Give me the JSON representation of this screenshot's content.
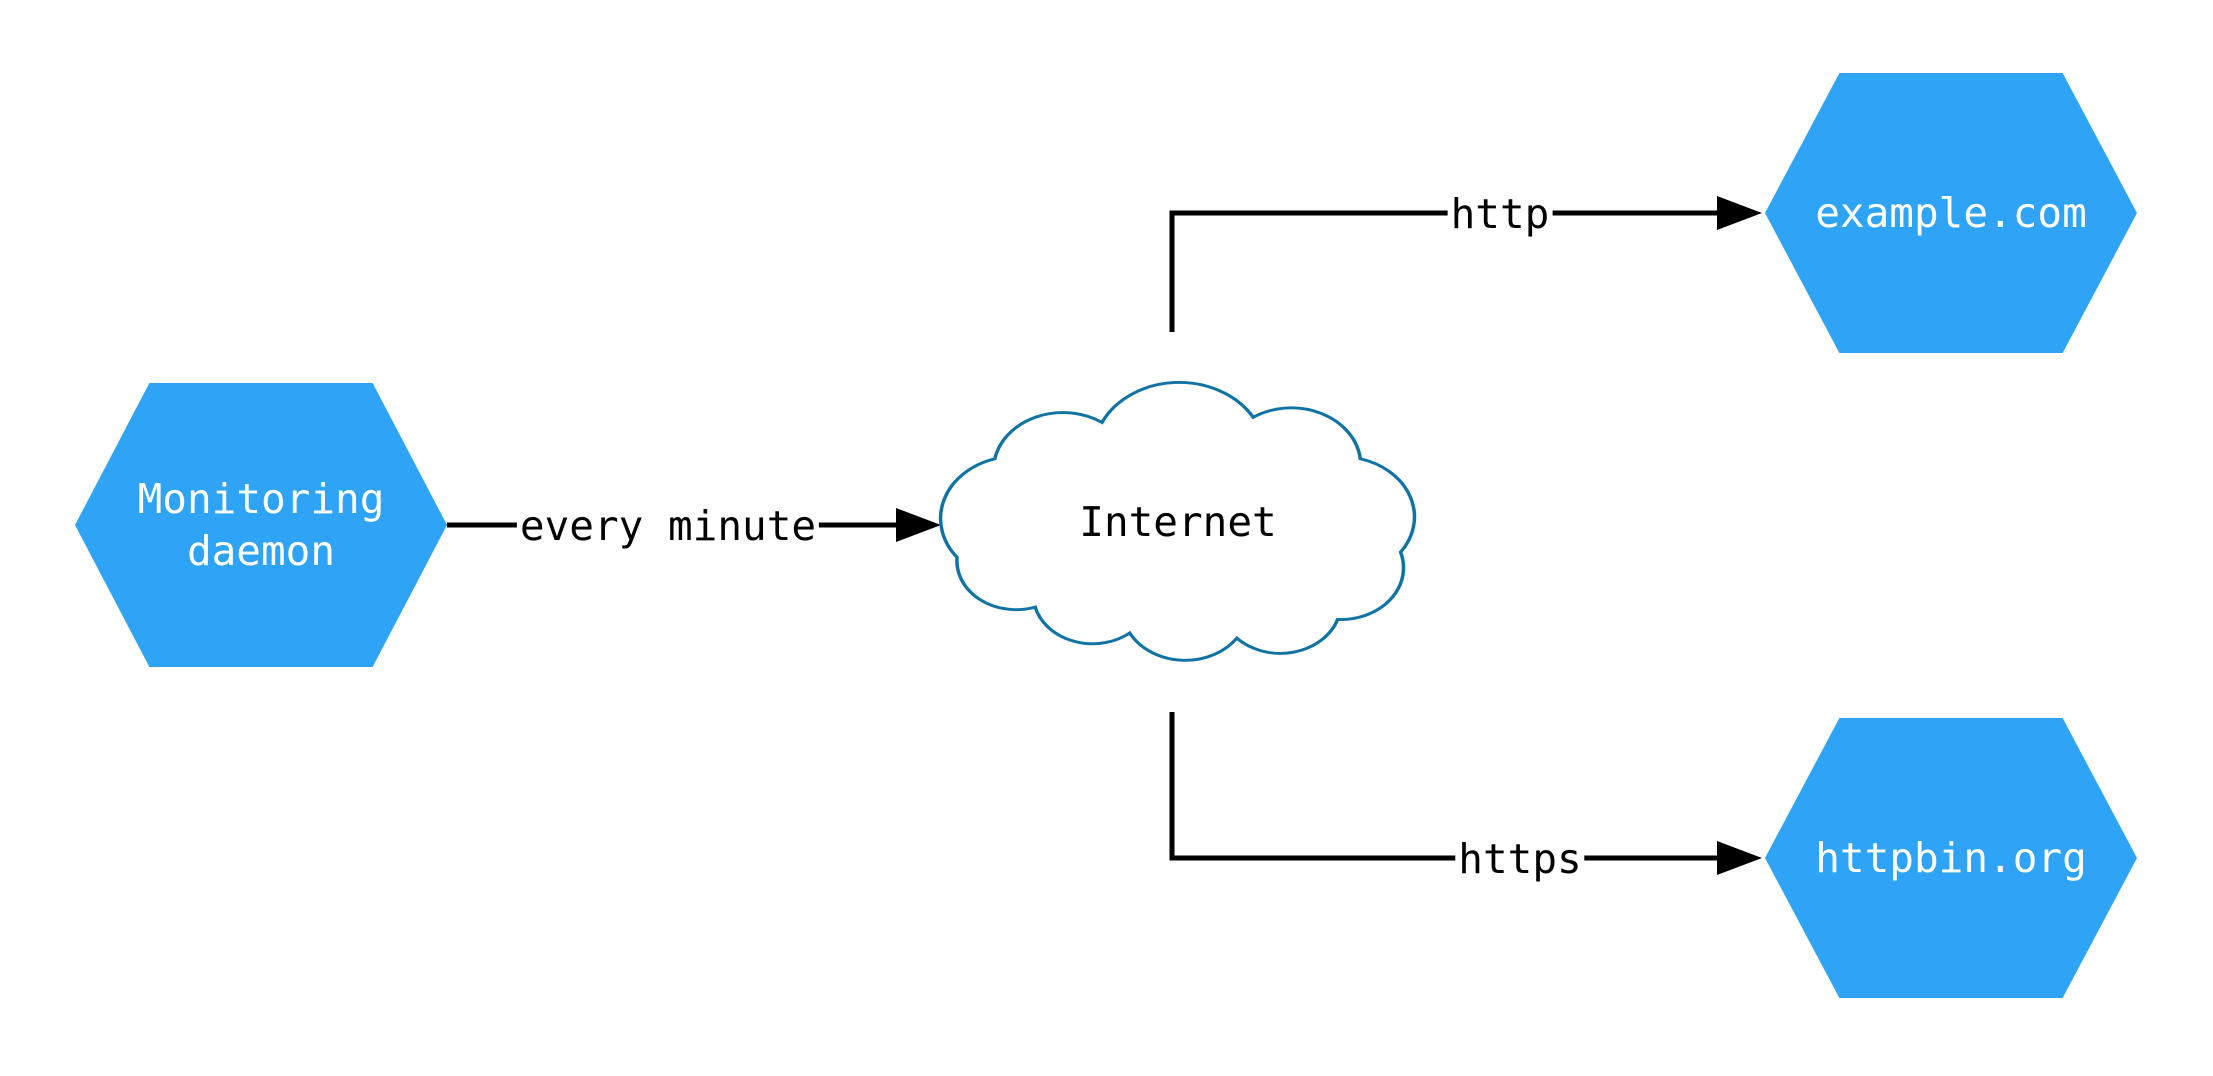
{
  "diagram": {
    "type": "network-diagram",
    "background": "#ffffff",
    "colors": {
      "node_fill": "#2fa4f6",
      "node_text": "#ffffff",
      "cloud_stroke": "#1173a3",
      "cloud_fill": "#ffffff",
      "connector": "#000000",
      "edge_label_text": "#000000"
    },
    "nodes": [
      {
        "id": "monitoring-daemon",
        "shape": "hexagon",
        "label": "Monitoring\ndaemon"
      },
      {
        "id": "internet",
        "shape": "cloud",
        "label": "Internet"
      },
      {
        "id": "example-com",
        "shape": "hexagon",
        "label": "example.com"
      },
      {
        "id": "httpbin-org",
        "shape": "hexagon",
        "label": "httpbin.org"
      }
    ],
    "edges": [
      {
        "from": "monitoring-daemon",
        "to": "internet",
        "label": "every minute",
        "direction": "right"
      },
      {
        "from": "internet",
        "to": "example-com",
        "label": "http",
        "direction": "up-right"
      },
      {
        "from": "internet",
        "to": "httpbin-org",
        "label": "https",
        "direction": "down-right"
      }
    ]
  }
}
